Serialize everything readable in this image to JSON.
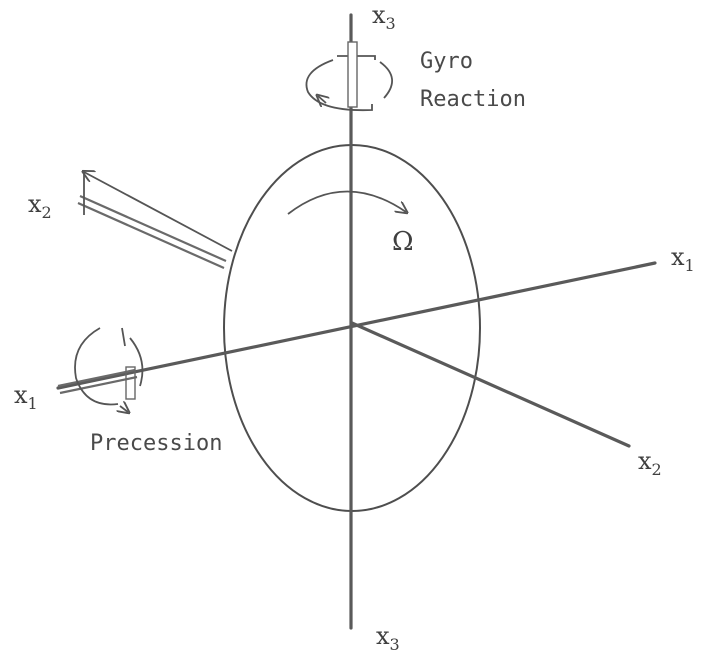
{
  "labels": {
    "x3_top": "x",
    "x3_top_sub": "3",
    "x3_bottom": "x",
    "x3_bottom_sub": "3",
    "x2_left": "x",
    "x2_left_sub": "2",
    "x2_right": "x",
    "x2_right_sub": "2",
    "x1_left": "x",
    "x1_left_sub": "1",
    "x1_right": "x",
    "x1_right_sub": "1",
    "omega": "Ω",
    "gyro_line1": "Gyro",
    "gyro_line2": "Reaction",
    "precession": "Precession"
  }
}
